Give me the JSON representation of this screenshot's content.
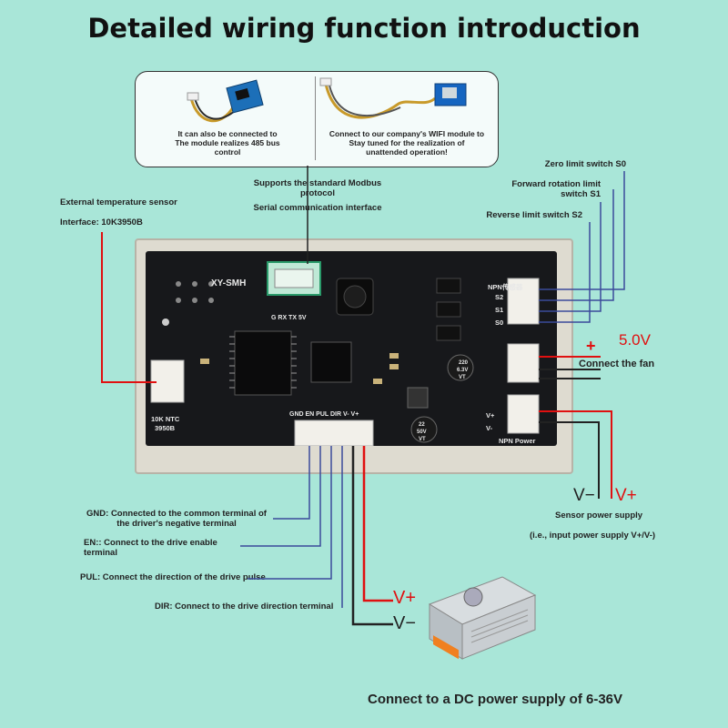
{
  "title": "Detailed wiring function introduction",
  "bubble": {
    "left_text": "It can also be connected to\nThe module realizes 485 bus\ncontrol",
    "right_text": "Connect to our company's WIFI module to\nStay tuned for the realization of\nunattended operation!"
  },
  "labels": {
    "modbus_1": "Supports the standard Modbus protocol",
    "modbus_2": "Serial communication interface",
    "ext_temp": "External temperature sensor",
    "interface": "Interface: 10K3950B",
    "zero_limit": "Zero limit switch S0",
    "forward_limit": "Forward rotation limit switch S1",
    "reverse_limit": "Reverse limit switch S2",
    "fan_voltage": "5.0V",
    "fan_plus": "+",
    "fan_minus": "−",
    "connect_fan": "Connect the fan",
    "sensor_vminus": "V−",
    "sensor_vplus": "V+",
    "sensor_power": "Sensor power supply",
    "input_power": "(i.e., input power supply V+/V-)",
    "gnd": "GND: Connected to the common terminal of the driver's negative terminal",
    "en": "EN:: Connect to the drive enable terminal",
    "pul": "PUL: Connect the direction of the drive pulse",
    "dir": "DIR: Connect to the drive direction terminal",
    "main_vplus": "V+",
    "main_vminus": "V−",
    "dc_supply": "Connect to a DC power supply of 6-36V"
  },
  "board": {
    "model": "XY-SMH",
    "serial_pins": "G  RX  TX  5V",
    "npn_top": "NPN传感器",
    "s2": "S2",
    "s1": "S1",
    "s0": "S0",
    "vplus": "V+",
    "vminus": "V-",
    "npn_bottom": "NPN Power",
    "ntc_1": "10K NTC",
    "ntc_2": "3950B",
    "bottom_pins": "GND EN PUL DIR V- V+",
    "cap_1": "220",
    "cap_2": "6.3V",
    "cap_3": "VT",
    "cap2_1": "22",
    "cap2_2": "50V",
    "cap2_3": "VT"
  },
  "colors": {
    "background": "#a9e6d8",
    "wire_red": "#e01010",
    "wire_dark": "#222222",
    "wire_blue": "#3a4a9a",
    "pcb": "#17181b",
    "enclosure": "#dedbd0"
  }
}
